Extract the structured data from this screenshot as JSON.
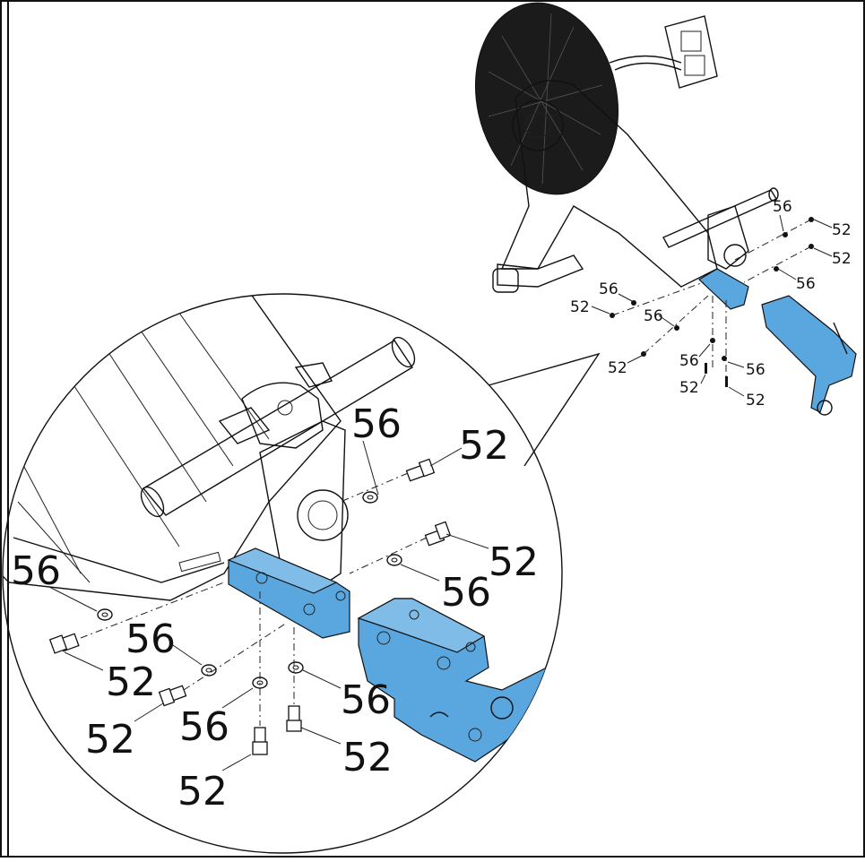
{
  "colors": {
    "highlight": "#5aa7e0",
    "line": "#111111",
    "fan_dark": "#1b1b1b",
    "background": "#ffffff"
  },
  "callouts": {
    "washer": "56",
    "bolt": "52"
  },
  "overview_labels": [
    {
      "id": "ov-56-a",
      "text": "56"
    },
    {
      "id": "ov-52-a",
      "text": "52"
    },
    {
      "id": "ov-52-b",
      "text": "52"
    },
    {
      "id": "ov-56-b",
      "text": "56"
    },
    {
      "id": "ov-56-c",
      "text": "56"
    },
    {
      "id": "ov-52-c",
      "text": "52"
    },
    {
      "id": "ov-56-d",
      "text": "56"
    },
    {
      "id": "ov-52-d",
      "text": "52"
    },
    {
      "id": "ov-56-e",
      "text": "56"
    },
    {
      "id": "ov-56-f",
      "text": "56"
    },
    {
      "id": "ov-52-e",
      "text": "52"
    },
    {
      "id": "ov-52-f",
      "text": "52"
    }
  ],
  "detail_labels": [
    {
      "id": "dt-56-a",
      "text": "56"
    },
    {
      "id": "dt-52-a",
      "text": "52"
    },
    {
      "id": "dt-52-b",
      "text": "52"
    },
    {
      "id": "dt-56-b",
      "text": "56"
    },
    {
      "id": "dt-56-c",
      "text": "56"
    },
    {
      "id": "dt-52-c",
      "text": "52"
    },
    {
      "id": "dt-56-d",
      "text": "56"
    },
    {
      "id": "dt-52-d",
      "text": "52"
    },
    {
      "id": "dt-56-e",
      "text": "56"
    },
    {
      "id": "dt-56-f",
      "text": "56"
    },
    {
      "id": "dt-52-e",
      "text": "52"
    },
    {
      "id": "dt-52-f",
      "text": "52"
    }
  ]
}
